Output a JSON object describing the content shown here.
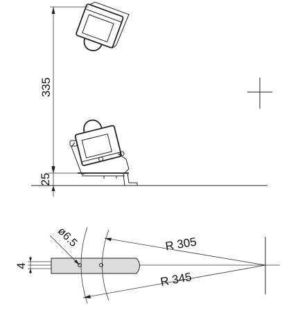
{
  "dimensions": {
    "height_main": "335",
    "height_base": "25",
    "radius_inner": "R 305",
    "radius_outer": "R 345",
    "hole_diameter": "ø6.5",
    "bar_thickness": "4"
  },
  "colors": {
    "line": "#222222",
    "bar_fill": "#dcdcdc",
    "background": "#ffffff"
  }
}
